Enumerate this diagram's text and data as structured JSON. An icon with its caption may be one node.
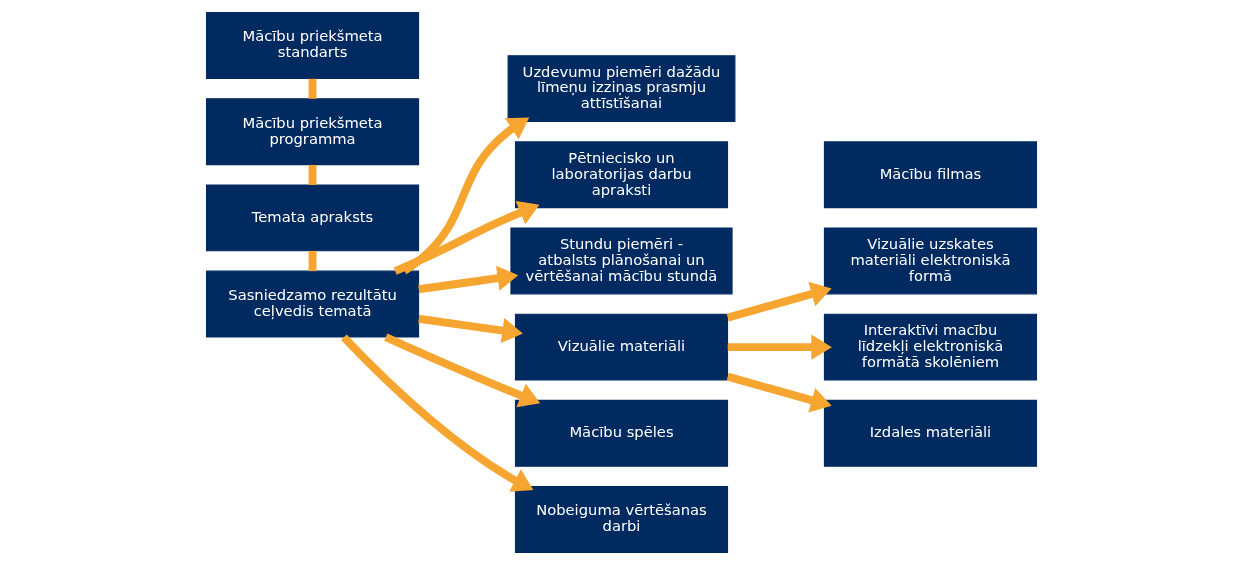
{
  "diagram": {
    "nodes": [
      {
        "text": [
          "Mācību priekšmeta standarts"
        ]
      },
      {
        "text": [
          "Mācību priekšmeta programma"
        ]
      },
      {
        "text": [
          "Temata apraksts"
        ]
      },
      {
        "text": [
          "Sasniedzamo rezultātu ceļvedis tematā"
        ]
      },
      {
        "text": [
          "Uzdevumu piemēri dažādu līmeņu izziņas prasmju attīstīšanai"
        ]
      },
      {
        "text": [
          "Pētniecisko un laboratorijas darbu apraksti"
        ]
      },
      {
        "text": [
          "Stundu piemēri - atbalsts plānošanai un vērtēšanai mācību stundā"
        ]
      },
      {
        "text": [
          "Vizuālie materiāli"
        ]
      },
      {
        "text": [
          "Mācību spēles"
        ]
      },
      {
        "text": [
          "Nobeiguma vērtēšanas darbi"
        ]
      },
      {
        "text": [
          "Vizuālie uzskates materiāli elektroniskā formā"
        ]
      },
      {
        "text": [
          "Interaktīvi macību līdzekļi elektroniskā formātā skolēniem"
        ]
      },
      {
        "text": [
          "Izdales materiāli"
        ]
      },
      {
        "text": [
          "Mācību filmas"
        ]
      }
    ],
    "edges": [
      {
        "from": 0,
        "to": 1,
        "arrow": "none"
      },
      {
        "from": 1,
        "to": 2,
        "arrow": "none"
      },
      {
        "from": 2,
        "to": 3,
        "arrow": "none"
      },
      {
        "from": 3,
        "to": 4,
        "arrow": "to"
      },
      {
        "from": 3,
        "to": 5,
        "arrow": "to"
      },
      {
        "from": 3,
        "to": 6,
        "arrow": "to"
      },
      {
        "from": 3,
        "to": 7,
        "arrow": "to"
      },
      {
        "from": 3,
        "to": 8,
        "arrow": "to"
      },
      {
        "from": 3,
        "to": 9,
        "arrow": "to"
      },
      {
        "from": 7,
        "to": 10,
        "arrow": "to"
      },
      {
        "from": 7,
        "to": 11,
        "arrow": "to"
      },
      {
        "from": 7,
        "to": 12,
        "arrow": "to"
      }
    ]
  }
}
